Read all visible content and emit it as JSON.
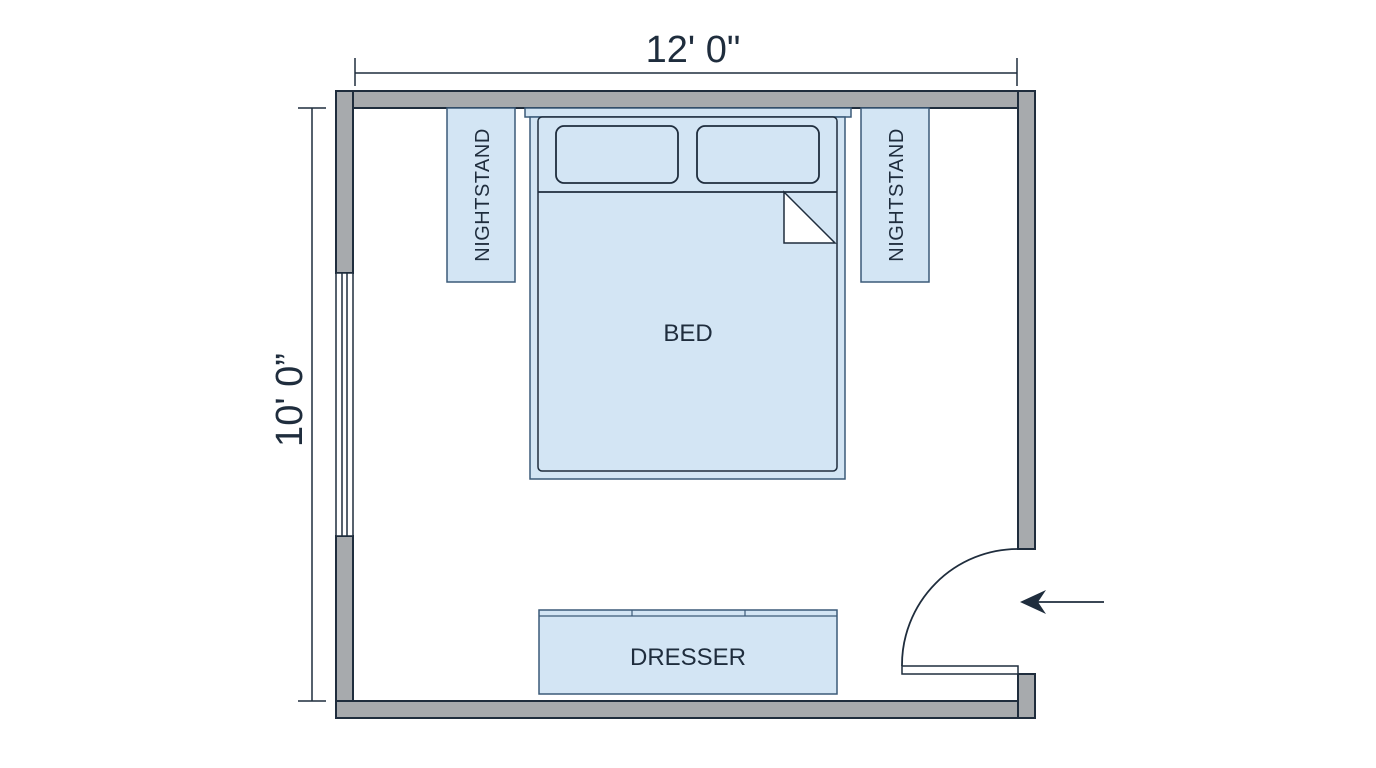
{
  "plan": {
    "width_label": "12' 0\"",
    "height_label": "10' 0”"
  },
  "furniture": {
    "bed_label": "BED",
    "dresser_label": "DRESSER",
    "nightstand_left_label": "NIGHTSTAND",
    "nightstand_right_label": "NIGHTSTAND"
  },
  "colors": {
    "wall_fill": "#a7aaad",
    "line": "#1f2d3d",
    "furniture_fill": "#d3e5f4",
    "furniture_stroke": "#3b5a78",
    "background": "#ffffff"
  }
}
